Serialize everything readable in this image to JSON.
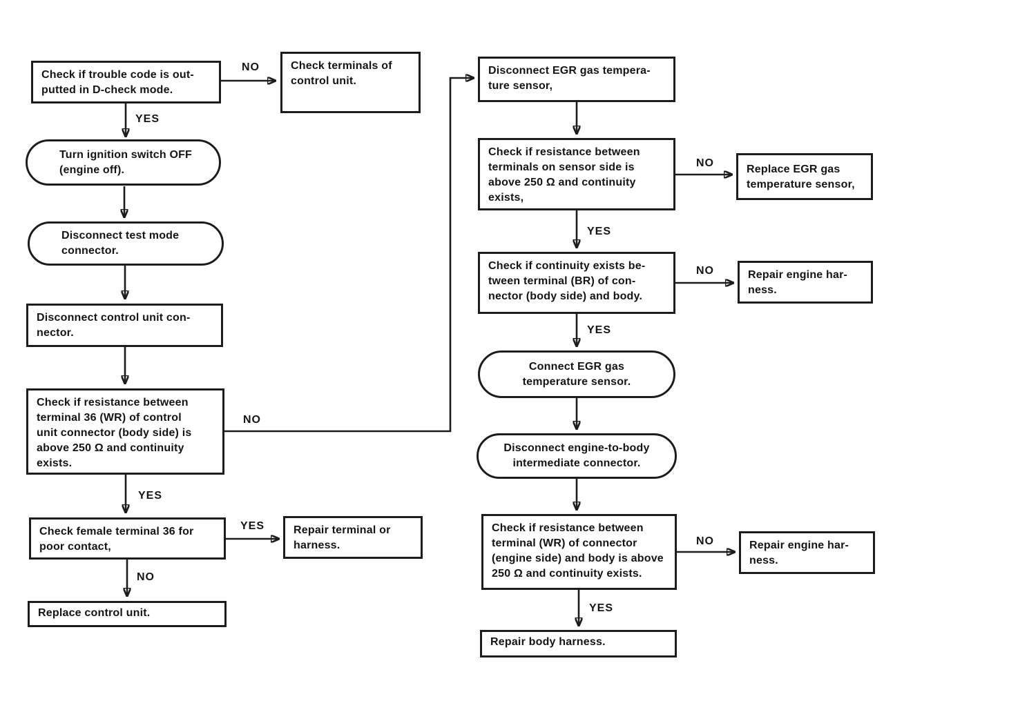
{
  "diagram": {
    "kind": "troubleshooting-flowchart",
    "topic": "EGR gas temperature sensor circuit diagnosis"
  },
  "labels": {
    "yes": "YES",
    "no": "NO"
  },
  "nodes": {
    "check_trouble_code": {
      "label": [
        "Check if trouble code is out-",
        "putted in D-check mode."
      ]
    },
    "check_terminals_control_unit": {
      "label": [
        "Check terminals of",
        "control unit."
      ]
    },
    "turn_ignition_off": {
      "label": [
        "Turn ignition switch OFF",
        "(engine off)."
      ]
    },
    "disconnect_test_mode": {
      "label": [
        "Disconnect test mode",
        "connector."
      ]
    },
    "disconnect_control_unit": {
      "label": [
        "Disconnect control unit con-",
        "nector."
      ]
    },
    "check_resistance_terminal36": {
      "label": [
        "Check if resistance between",
        "terminal 36 (WR) of control",
        "unit connector (body side) is",
        "above 250 Ω and continuity",
        "exists."
      ]
    },
    "check_female_terminal36": {
      "label": [
        "Check female terminal 36 for",
        "poor contact,"
      ]
    },
    "repair_terminal_or_harness": {
      "label": [
        "Repair terminal or",
        "harness."
      ]
    },
    "replace_control_unit": {
      "label": [
        "Replace control unit."
      ]
    },
    "disconnect_egr_sensor": {
      "label": [
        "Disconnect EGR gas tempera-",
        "ture sensor,"
      ]
    },
    "check_resistance_sensor_side": {
      "label": [
        "Check if resistance between",
        "terminals on sensor side is",
        "above 250 Ω and continuity",
        "exists,"
      ]
    },
    "replace_egr_sensor": {
      "label": [
        "Replace EGR gas",
        "temperature sensor,"
      ]
    },
    "check_continuity_br": {
      "label": [
        "Check if continuity exists be-",
        "tween terminal (BR) of con-",
        "nector (body side) and body."
      ]
    },
    "repair_engine_harness_1": {
      "label": [
        "Repair engine har-",
        "ness."
      ]
    },
    "connect_egr_sensor": {
      "label": [
        "Connect EGR gas",
        "temperature sensor."
      ]
    },
    "disconnect_engine_to_body": {
      "label": [
        "Disconnect engine-to-body",
        "intermediate connector."
      ]
    },
    "check_resistance_wr_engine": {
      "label": [
        "Check if resistance between",
        "terminal (WR) of connector",
        "(engine side) and body is above",
        "250 Ω and continuity exists."
      ]
    },
    "repair_engine_harness_2": {
      "label": [
        "Repair engine har-",
        "ness."
      ]
    },
    "repair_body_harness": {
      "label": [
        "Repair body harness."
      ]
    }
  }
}
